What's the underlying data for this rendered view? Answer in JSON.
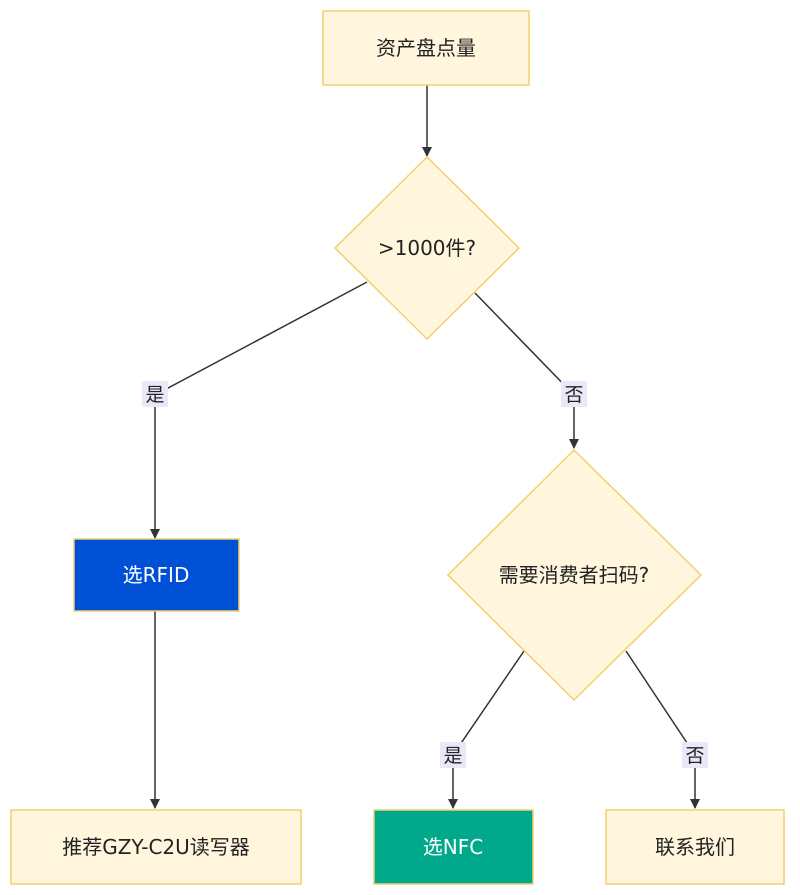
{
  "nodes": {
    "start": {
      "label": "资产盘点量"
    },
    "decision_qty": {
      "label": ">1000件?"
    },
    "decision_scan": {
      "label": "需要消费者扫码?"
    },
    "rfid": {
      "label": "选RFID"
    },
    "reader": {
      "label": "推荐GZY-C2U读写器"
    },
    "nfc": {
      "label": "选NFC"
    },
    "contact": {
      "label": "联系我们"
    }
  },
  "edges": {
    "qty_yes": {
      "label": "是"
    },
    "qty_no": {
      "label": "否"
    },
    "scan_yes": {
      "label": "是"
    },
    "scan_no": {
      "label": "否"
    }
  },
  "colors": {
    "default_fill": "#FFF6DD",
    "default_stroke": "#F2D06B",
    "rfid_fill": "#0050D6",
    "nfc_fill": "#00A98B",
    "label_bg": "#E8E8F8",
    "line": "#333333",
    "white_text": "#FFFFFF"
  }
}
